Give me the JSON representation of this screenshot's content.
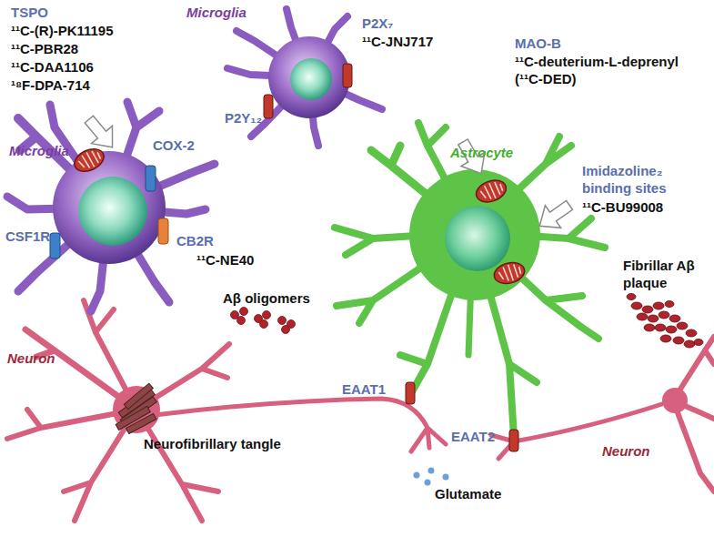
{
  "diagram": {
    "labels": [
      "TSPO",
      "¹¹C-(R)-PK11195",
      "¹¹C-PBR28",
      "¹¹C-DAA1106",
      "¹⁸F-DPA-714",
      "Microglia",
      "P2X₇",
      "¹¹C-JNJ717",
      "MAO-B",
      "¹¹C-deuterium-L-deprenyl (¹¹C-DED)",
      "P2Y₁₂",
      "Microglia",
      "COX-2",
      "Astrocyte",
      "Imidazoline₂ binding sites",
      "¹¹C-BU99008",
      "CSF1R",
      "CB2R",
      "¹¹C-NE40",
      "Fibrillar Aβ plaque",
      "Aβ oligomers",
      "Neuron",
      "EAAT1",
      "Neurofibrillary tangle",
      "EAAT2",
      "Neuron",
      "Glutamate"
    ]
  }
}
